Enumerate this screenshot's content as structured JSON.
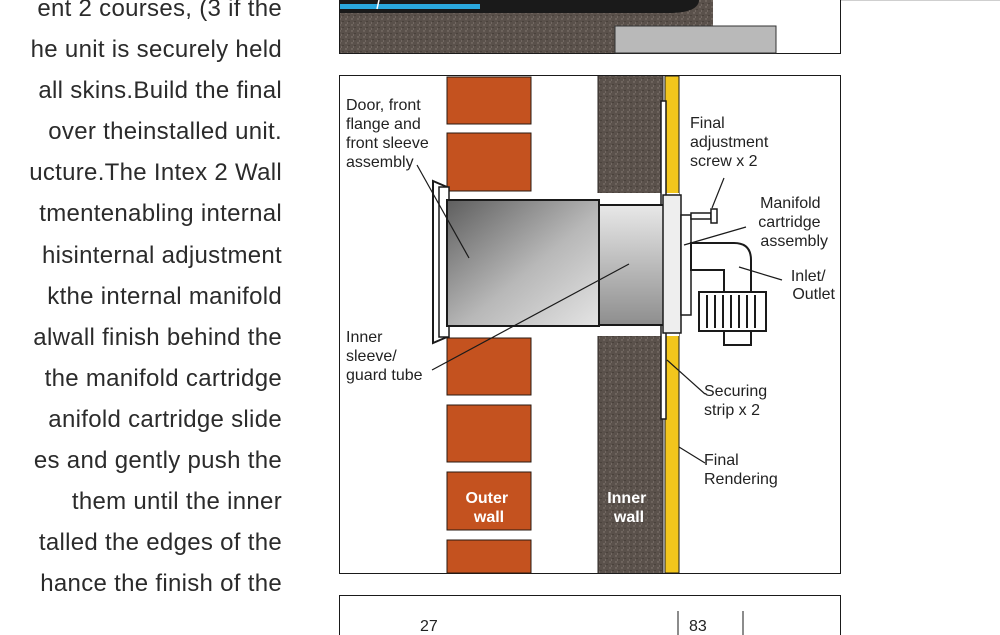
{
  "body_text": {
    "lines": [
      "ent 2 courses, (3 if the",
      "he unit is securely held",
      "all skins.Build the final",
      "over theinstalled unit.",
      "ucture.The Intex 2 Wall",
      "tmentenabling internal",
      "hisinternal adjustment",
      "kthe internal manifold",
      "alwall finish behind the",
      "the manifold cartridge",
      "anifold cartridge slide",
      "es and gently push the",
      "them until the inner",
      "talled the edges of the",
      "hance the finish of the"
    ]
  },
  "diagram": {
    "labels": {
      "door_flange": [
        "Door, front",
        "flange and",
        "front sleeve",
        "assembly"
      ],
      "inner_sleeve": [
        "Inner",
        "sleeve/",
        "guard tube"
      ],
      "final_adjustment": [
        "Final",
        "adjustment",
        "screw x 2"
      ],
      "manifold": [
        "Manifold",
        "cartridge",
        "assembly"
      ],
      "inlet_outlet": [
        "Inlet/",
        "Outlet"
      ],
      "securing_strip": [
        "Securing",
        "strip x 2"
      ],
      "final_rendering": [
        "Final",
        "Rendering"
      ],
      "outer_wall": [
        "Outer",
        "wall"
      ],
      "inner_wall": [
        "Inner",
        "wall"
      ]
    },
    "colors": {
      "brick": "#c4521f",
      "mortar": "#ffffff",
      "block": "#5a514b",
      "render": "#f2c61d",
      "sleeve_dark": "#6e6e6e",
      "sleeve_light": "#dcdcdc",
      "outline": "#1a1a1a"
    }
  },
  "table_fragment": {
    "values": [
      "27",
      "83"
    ]
  }
}
